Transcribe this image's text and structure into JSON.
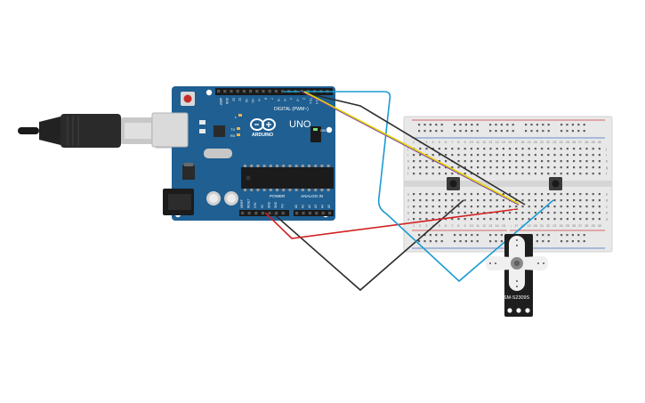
{
  "arduino": {
    "logo": "ARDUINO",
    "model": "UNO",
    "digital_label": "DIGITAL (PWM~)",
    "power_label": "POWER",
    "analog_label": "ANALOG IN",
    "on_label": "ON",
    "l_label": "L",
    "tx_label": "TX",
    "rx_label": "RX",
    "aref_label": "AREF",
    "gnd_label": "GND",
    "digital_pins": [
      "13",
      "12",
      "~11",
      "~10",
      "~9",
      "8",
      "7",
      "~6",
      "~5",
      "4",
      "~3",
      "2",
      "TX 1",
      "RX 0"
    ],
    "power_pins": [
      "IOREF",
      "RESET",
      "3.3V",
      "5V",
      "GND",
      "GND",
      "Vin"
    ],
    "analog_pins": [
      "A0",
      "A1",
      "A2",
      "A3",
      "A4",
      "A5"
    ],
    "board_color": "#1f5f92"
  },
  "servo": {
    "label": "SM-S2309S",
    "body_color": "#1e1e1e"
  },
  "breadboard": {
    "row_letters": [
      "a",
      "b",
      "c",
      "d",
      "e",
      "f",
      "g",
      "h",
      "i",
      "j"
    ],
    "column_count": 30
  },
  "wires": {
    "colors": {
      "black": "#2b2b2b",
      "blue": "#1b9bd1",
      "yellow": "#e6d300",
      "purple": "#7d3fa5",
      "red": "#d12121"
    }
  }
}
